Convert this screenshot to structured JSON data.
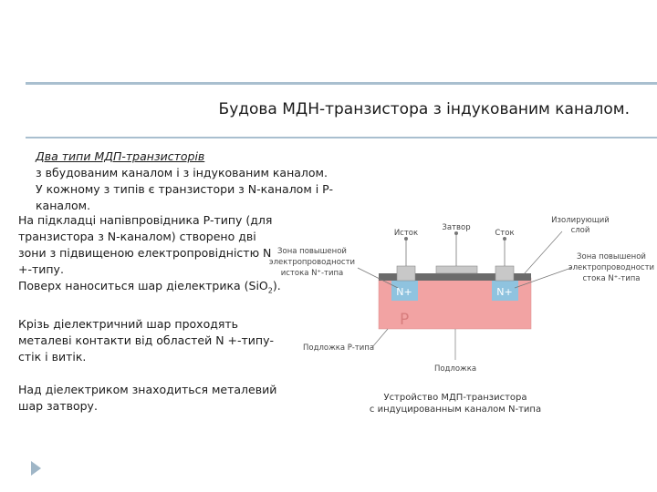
{
  "title": "Будова МДН-транзистора з індукованим каналом.",
  "intro": {
    "heading": "Два типи МДП-транзисторів ",
    "line1": "з вбудованим каналом і з індукованим каналом.",
    "line2": "У кожному з типів є транзистори з N-каналом і P-каналом."
  },
  "body": {
    "p1": "На підкладці напівпровідника P-типу (для транзистора з N-каналом) створено дві зони з підвищеною електропровідністю N +-типу.",
    "p2_pre": "Поверх наноситься шар діелектрика (SiO",
    "p2_sub": "2",
    "p2_post": ").",
    "p3": "Крізь діелектричний шар проходять металеві контакти від областей N +-типу- стік і витік.",
    "p4": "Над діелектриком знаходиться металевий шар затвору."
  },
  "figure": {
    "source_label": "Исток",
    "gate_label": "Затвор",
    "drain_label": "Сток",
    "insulator_label_1": "Изолирующий",
    "insulator_label_2": "слой",
    "zone_left_1": "Зона  повышеной",
    "zone_left_2": "электропроводности",
    "zone_left_3": "истока N⁺-типа",
    "zone_right_1": "Зона  повышеной",
    "zone_right_2": "электропроводности",
    "zone_right_3": "стока N⁺-типа",
    "n_left": "N+",
    "n_right": "N+",
    "p_label": "P",
    "substrate_type_label": "Подложка P-типа",
    "substrate_label": "Подложка",
    "caption_1": "Устройство  МДП-транзистора",
    "caption_2": "с индуцированным каналом N-типа",
    "colors": {
      "substrate": "#f2a3a3",
      "n_region": "#8fc3df",
      "oxide": "#6b6b6b",
      "metal": "#c8c8c8"
    }
  }
}
